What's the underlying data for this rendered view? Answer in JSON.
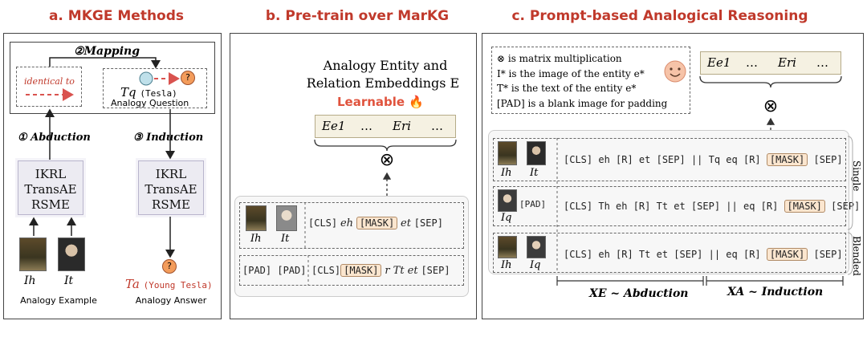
{
  "panel_a": {
    "title": "a. MKGE Methods",
    "mapping": "②Mapping",
    "identical_to": "identical to",
    "tq_symbol": "Tq",
    "tq_sub": "(Tesla)",
    "analogy_question": "Analogy Question",
    "abduction": "① Abduction",
    "induction": "③ Induction",
    "models": [
      "IKRL",
      "TransAE",
      "RSME"
    ],
    "ih": "Ih",
    "it": "It",
    "analogy_example": "Analogy Example",
    "ta_symbol": "Ta",
    "ta_sub": "(Young Tesla)",
    "analogy_answer": "Analogy Answer",
    "qmark": "?"
  },
  "panel_b": {
    "title": "b. Pre-train over MarKG",
    "emb_line1": "Analogy Entity and",
    "emb_line2": "Relation Embeddings E",
    "learnable": "Learnable",
    "emb_items": [
      "Ee1",
      "…",
      "Eri",
      "…"
    ],
    "otimes": "⊗",
    "row1": {
      "cls": "[CLS]",
      "eh": "eh",
      "mask": "[MASK]",
      "et": "et",
      "sep": "[SEP]",
      "ih": "Ih",
      "it": "It"
    },
    "row2": {
      "pad": "[PAD] [PAD]",
      "cls": "[CLS]",
      "mask": "[MASK]",
      "rest": "r Tt et",
      "sep": "[SEP]"
    }
  },
  "panel_c": {
    "title": "c. Prompt-based Analogical Reasoning",
    "legend": [
      "⊗ is matrix multiplication",
      "I* is the image of the entity e*",
      "T* is the text of the entity e*",
      "[PAD] is a blank image for padding"
    ],
    "emb_items": [
      "Ee1",
      "…",
      "Eri",
      "…"
    ],
    "otimes": "⊗",
    "rows": [
      {
        "seq": "[CLS] eh [R] et [SEP] || Tq eq [R]",
        "mask": "[MASK]",
        "sep": "[SEP]",
        "img_a": "Ih",
        "img_b": "It"
      },
      {
        "seq": "[CLS] Th eh [R] Tt et [SEP] || eq [R]",
        "mask": "[MASK]",
        "sep": "[SEP]",
        "img_a": "Iq",
        "img_b": "[PAD]"
      },
      {
        "seq": "[CLS] eh [R] Tt et [SEP] || eq [R]",
        "mask": "[MASK]",
        "sep": "[SEP]",
        "img_a": "Ih",
        "img_b": "Iq"
      }
    ],
    "single": "Single",
    "blended": "Blended",
    "x_abduction": "XE ~ Abduction",
    "x_induction": "XA ~ Induction"
  }
}
